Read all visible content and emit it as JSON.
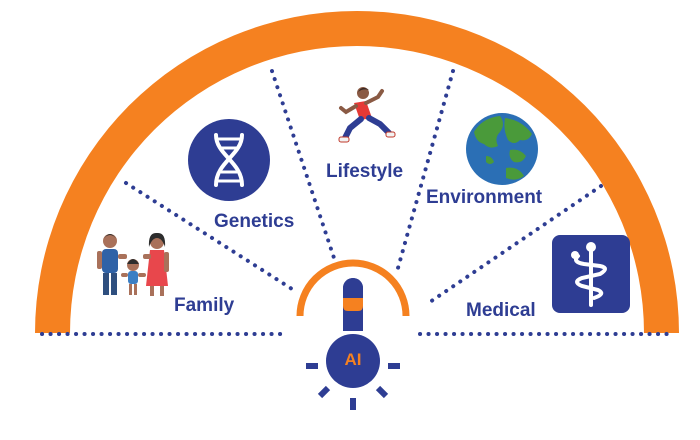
{
  "colors": {
    "arc": "#f58120",
    "navy": "#2e3d93",
    "label": "#2e3d93",
    "ocean": "#2b6fb5",
    "land": "#4a9a3a"
  },
  "factors": [
    {
      "label": "Family",
      "icon": "family-icon"
    },
    {
      "label": "Genetics",
      "icon": "dna-icon"
    },
    {
      "label": "Lifestyle",
      "icon": "runner-icon"
    },
    {
      "label": "Environment",
      "icon": "globe-icon"
    },
    {
      "label": "Medical",
      "icon": "caduceus-icon"
    }
  ],
  "center": {
    "label": "AI",
    "icon": "lightbulb-icon"
  }
}
